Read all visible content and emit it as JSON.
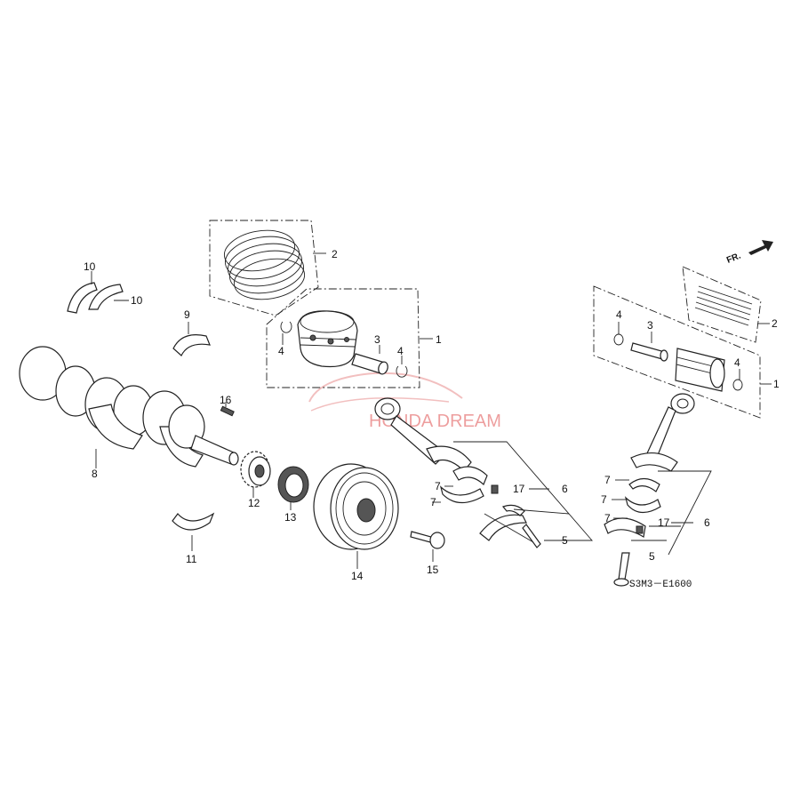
{
  "watermark": "HONDA DREAM",
  "diagram_code": "S3M3－E1600",
  "front_arrow": "FR.",
  "callouts": [
    "1",
    "2",
    "3",
    "4",
    "5",
    "6",
    "7",
    "8",
    "9",
    "10",
    "11",
    "12",
    "13",
    "14",
    "15",
    "16",
    "17"
  ]
}
